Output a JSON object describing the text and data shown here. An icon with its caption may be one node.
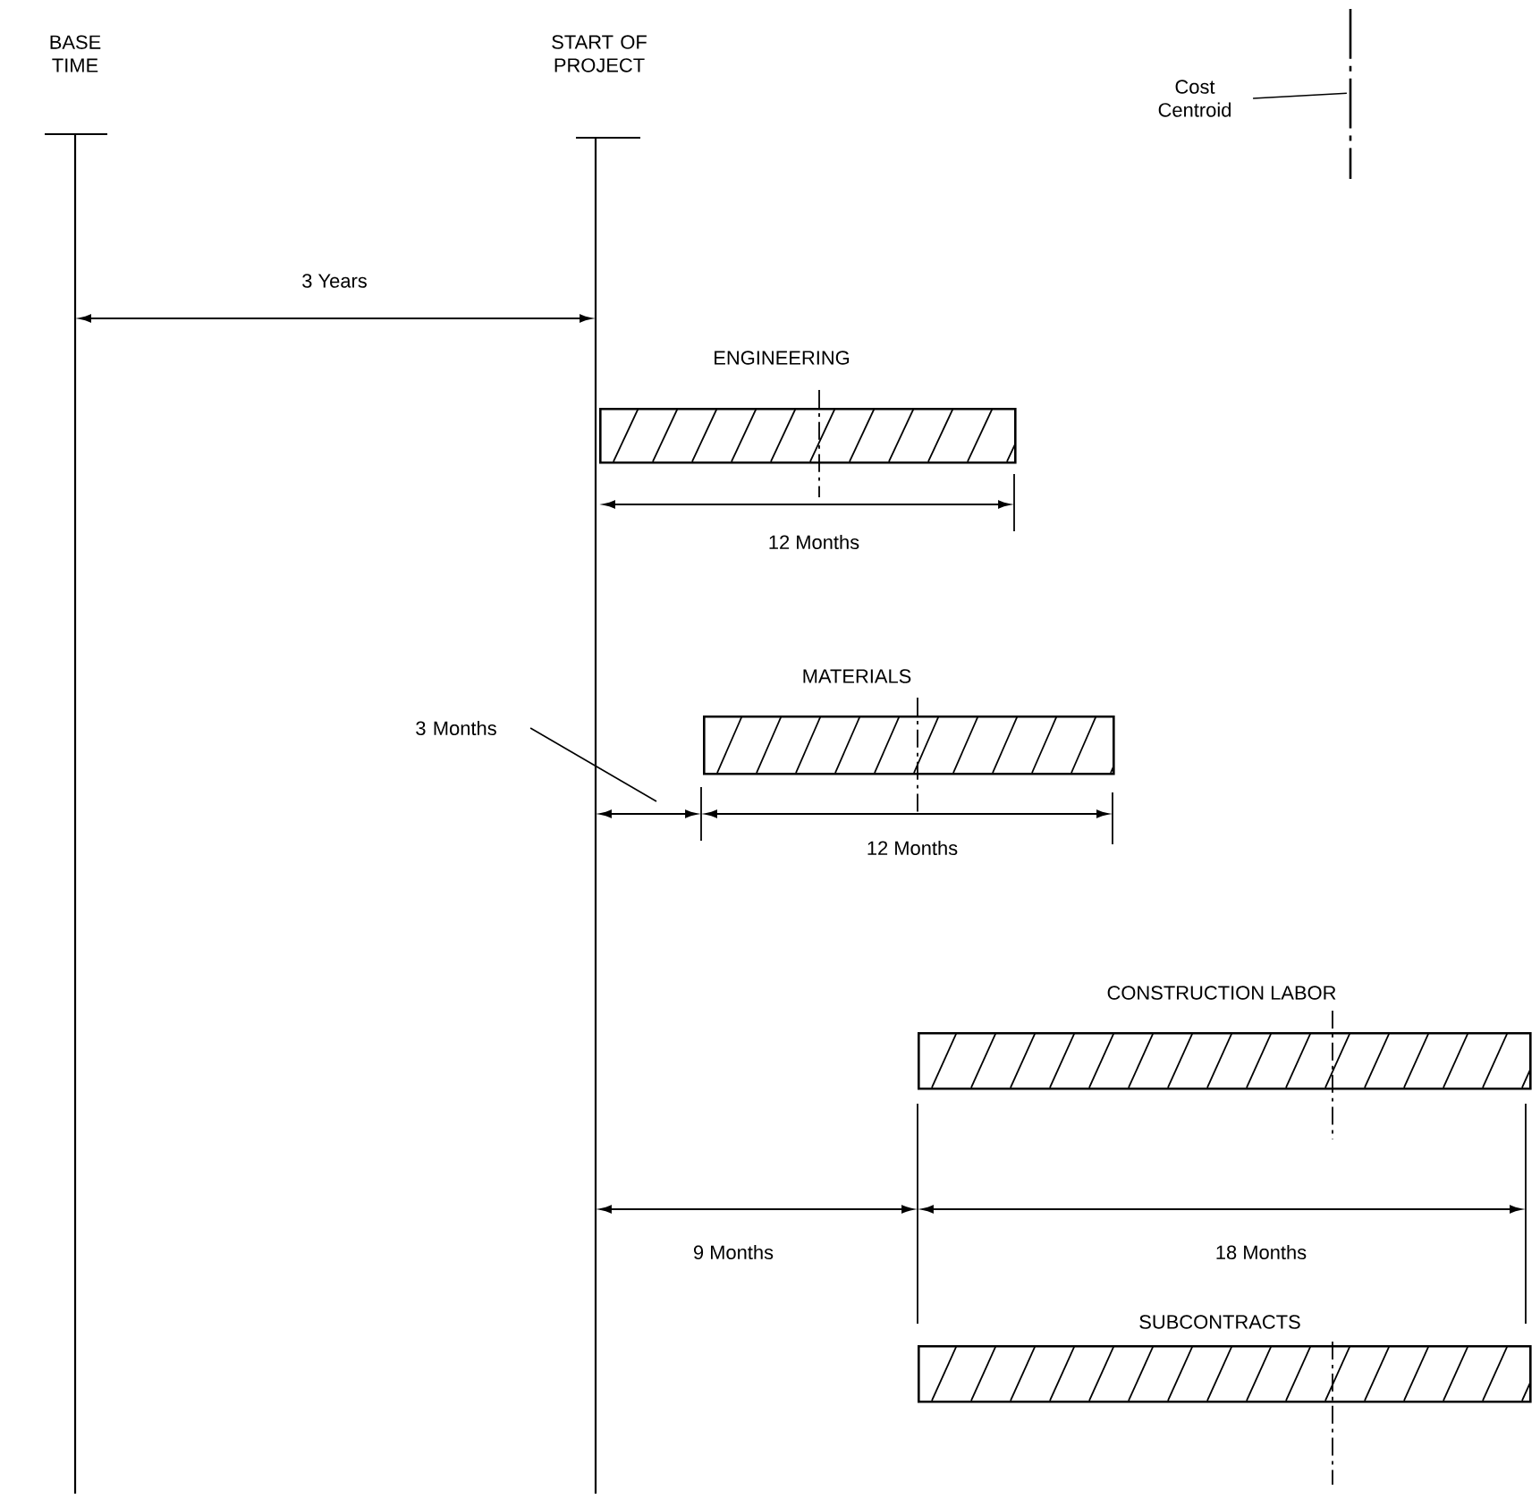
{
  "diagram": {
    "nodes": [
      {
        "text": [
          "Cost Centroid"
        ]
      },
      {
        "text": [],
        "shape": "line"
      },
      {
        "text": [
          "ENGINEERING"
        ]
      },
      {
        "text": [
          "3 Months"
        ]
      },
      {
        "text": [
          "MATERIALS"
        ]
      },
      {
        "text": [
          "CONSTRUCTION LABOR"
        ]
      },
      {
        "text": [
          "SUBCONTRACTS"
        ]
      }
    ],
    "edges": [
      {
        "from": 0,
        "to": 1,
        "arrow": "none"
      },
      {
        "from": 3,
        "to": null,
        "arrow": "none"
      }
    ],
    "labels": [
      "BASE TIME",
      "START OF PROJECT",
      "3 Years",
      "12 Months",
      "12 Months",
      "9 Months",
      "18 Months"
    ]
  }
}
